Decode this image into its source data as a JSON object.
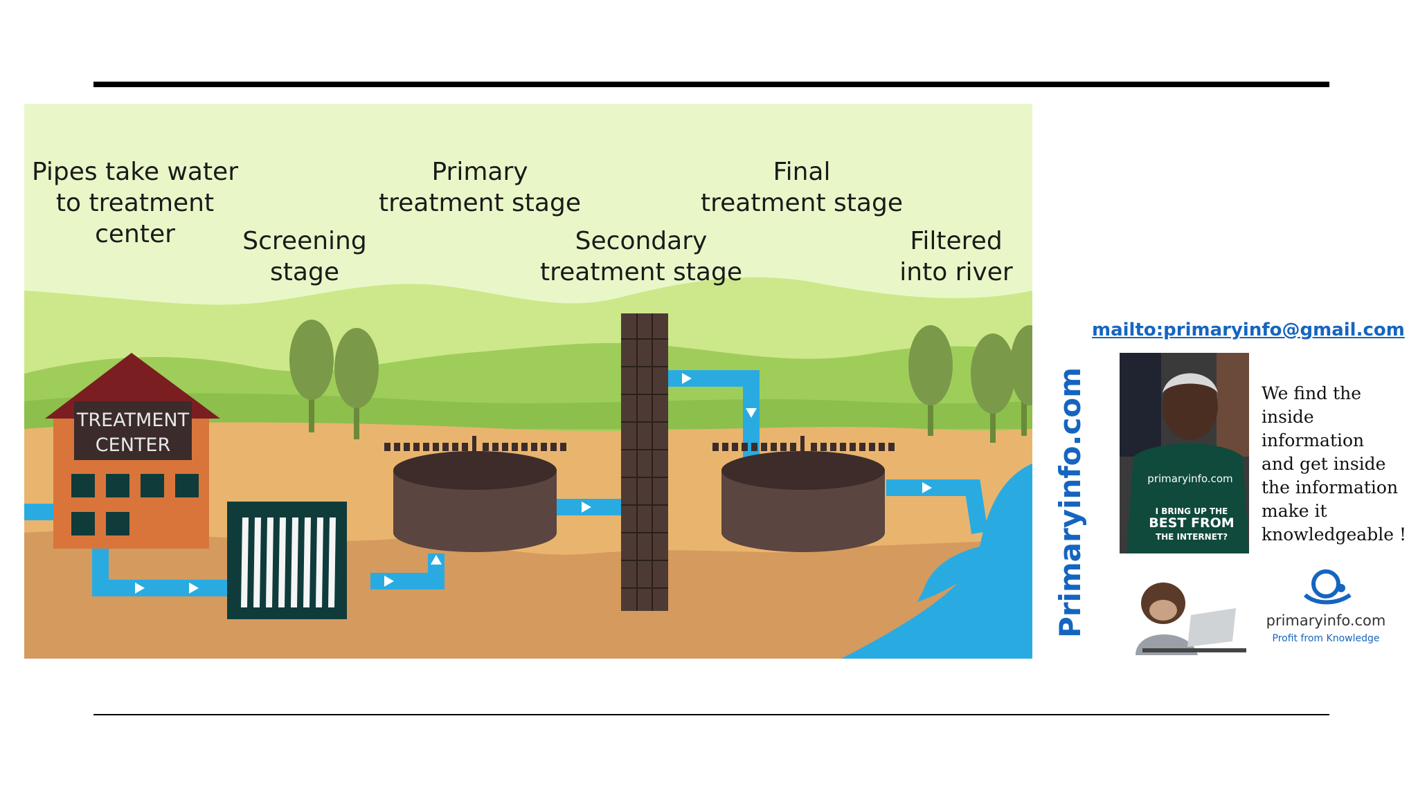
{
  "diagram": {
    "stages": [
      {
        "id": "pipes",
        "lines": [
          "Pipes take water",
          "to treatment",
          "center"
        ]
      },
      {
        "id": "screening",
        "lines": [
          "Screening",
          "stage"
        ]
      },
      {
        "id": "primary",
        "lines": [
          "Primary",
          "treatment stage"
        ]
      },
      {
        "id": "secondary",
        "lines": [
          "Secondary",
          "treatment stage"
        ]
      },
      {
        "id": "final",
        "lines": [
          "Final",
          "treatment stage"
        ]
      },
      {
        "id": "river",
        "lines": [
          "Filtered",
          "into river"
        ]
      }
    ],
    "treatment_center": {
      "line1": "TREATMENT",
      "line2": "CENTER"
    },
    "colors": {
      "sky": "#e9f7c8",
      "hills_far": "#cde88a",
      "hills_near": "#9fcd5a",
      "ground": "#e9b56e",
      "soil": "#d49a5e",
      "pipe": "#29abe2",
      "water": "#29abe2",
      "tank": "#4e3a35",
      "tree": "#7a9a4a",
      "building": "#d9753b",
      "roof": "#7a1e22"
    }
  },
  "promo": {
    "email": "mailto:primaryinfo@gmail.com",
    "vertical_brand": "Primaryinfo.com",
    "shirt_site": "primaryinfo.com",
    "shirt_line1": "I BRING UP THE",
    "shirt_line2": "BEST FROM",
    "shirt_line3": "THE INTERNET?",
    "blurb_lines": [
      "We find the",
      "inside",
      "information",
      "and get inside",
      "the information",
      "make it",
      "knowledgeable !"
    ],
    "logo_name": "primaryinfo.com",
    "logo_tagline": "Profit from Knowledge",
    "colors": {
      "brand_blue": "#1565c0"
    }
  }
}
